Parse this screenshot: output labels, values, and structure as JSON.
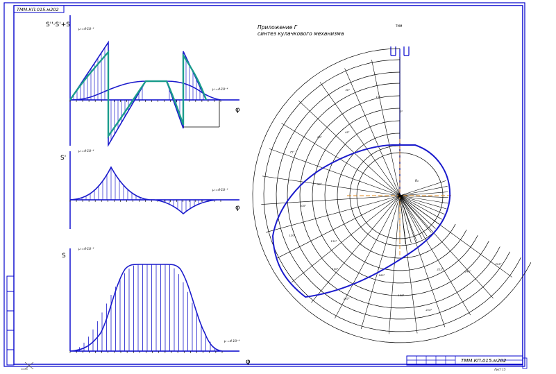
{
  "sheet": {
    "corner_stamp": "ТММ.КП.015.м202",
    "title_block_code": "ТММ.КП.015.м202",
    "title_block_sheet": "Лист 15"
  },
  "appendix": {
    "title_line1": "Приложение Г",
    "title_line2": "синтез кулачкового механизма"
  },
  "plot1": {
    "y_label": "S''·S'+S",
    "scale_top": "μ =4·10⁻⁴",
    "scale_right": "μ =4·10⁻⁴",
    "x_symbol": "φ"
  },
  "plot2": {
    "y_label": "S'",
    "scale_top": "μ =4·10⁻⁴",
    "scale_right": "μ =4·10⁻⁴",
    "x_symbol": "φ"
  },
  "plot3": {
    "y_label": "S",
    "scale_top": "μ =4·10⁻⁴",
    "scale_right": "μ =4·10⁻⁴",
    "x_symbol": "φ"
  },
  "cam": {
    "top_label": "ТММ",
    "radius_label": "R₀",
    "angle_labels": [
      "0°",
      "15°",
      "30°",
      "45°",
      "60°",
      "75°",
      "90°",
      "105°",
      "120°",
      "135°",
      "150°",
      "165°",
      "180°",
      "195°",
      "210°",
      "225°",
      "240°",
      "255°"
    ]
  },
  "colors": {
    "frame": "#0000cc",
    "curve_blue": "#1a1acc",
    "curve_teal": "#1a9c8c",
    "dash_orange": "#e08a1e"
  }
}
